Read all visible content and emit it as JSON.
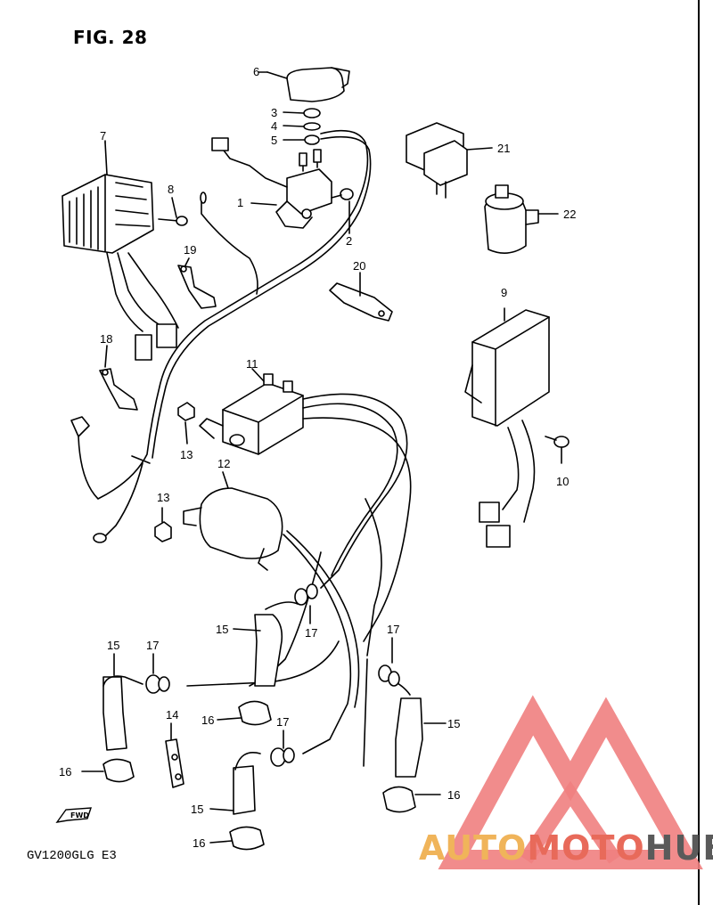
{
  "figure": {
    "title": "FIG. 28",
    "model_code": "GV1200GLG  E3",
    "fwd_label": "FWD"
  },
  "callouts": [
    {
      "id": "c6",
      "text": "6"
    },
    {
      "id": "c3",
      "text": "3"
    },
    {
      "id": "c4",
      "text": "4"
    },
    {
      "id": "c5",
      "text": "5"
    },
    {
      "id": "c7",
      "text": "7"
    },
    {
      "id": "c8",
      "text": "8"
    },
    {
      "id": "c1",
      "text": "1"
    },
    {
      "id": "c2",
      "text": "2"
    },
    {
      "id": "c21",
      "text": "21"
    },
    {
      "id": "c22",
      "text": "22"
    },
    {
      "id": "c19",
      "text": "19"
    },
    {
      "id": "c20",
      "text": "20"
    },
    {
      "id": "c9",
      "text": "9"
    },
    {
      "id": "c18",
      "text": "18"
    },
    {
      "id": "c11",
      "text": "11"
    },
    {
      "id": "c13a",
      "text": "13"
    },
    {
      "id": "c10",
      "text": "10"
    },
    {
      "id": "c12",
      "text": "12"
    },
    {
      "id": "c13b",
      "text": "13"
    },
    {
      "id": "c15a",
      "text": "15"
    },
    {
      "id": "c17a",
      "text": "17"
    },
    {
      "id": "c17b",
      "text": "17"
    },
    {
      "id": "c15b",
      "text": "15"
    },
    {
      "id": "c17c",
      "text": "17"
    },
    {
      "id": "c14",
      "text": "14"
    },
    {
      "id": "c16a",
      "text": "16"
    },
    {
      "id": "c17d",
      "text": "17"
    },
    {
      "id": "c15c",
      "text": "15"
    },
    {
      "id": "c16b",
      "text": "16"
    },
    {
      "id": "c16c",
      "text": "16"
    },
    {
      "id": "c15d",
      "text": "15"
    },
    {
      "id": "c16d",
      "text": "16"
    }
  ],
  "watermark": {
    "part1": "AUTO",
    "part2": "MOTO",
    "part3": "HUB",
    "colors": {
      "auto": "#f0b45a",
      "moto": "#e86a5a",
      "hub": "#5a5a5a",
      "logo": "#f08080"
    }
  }
}
